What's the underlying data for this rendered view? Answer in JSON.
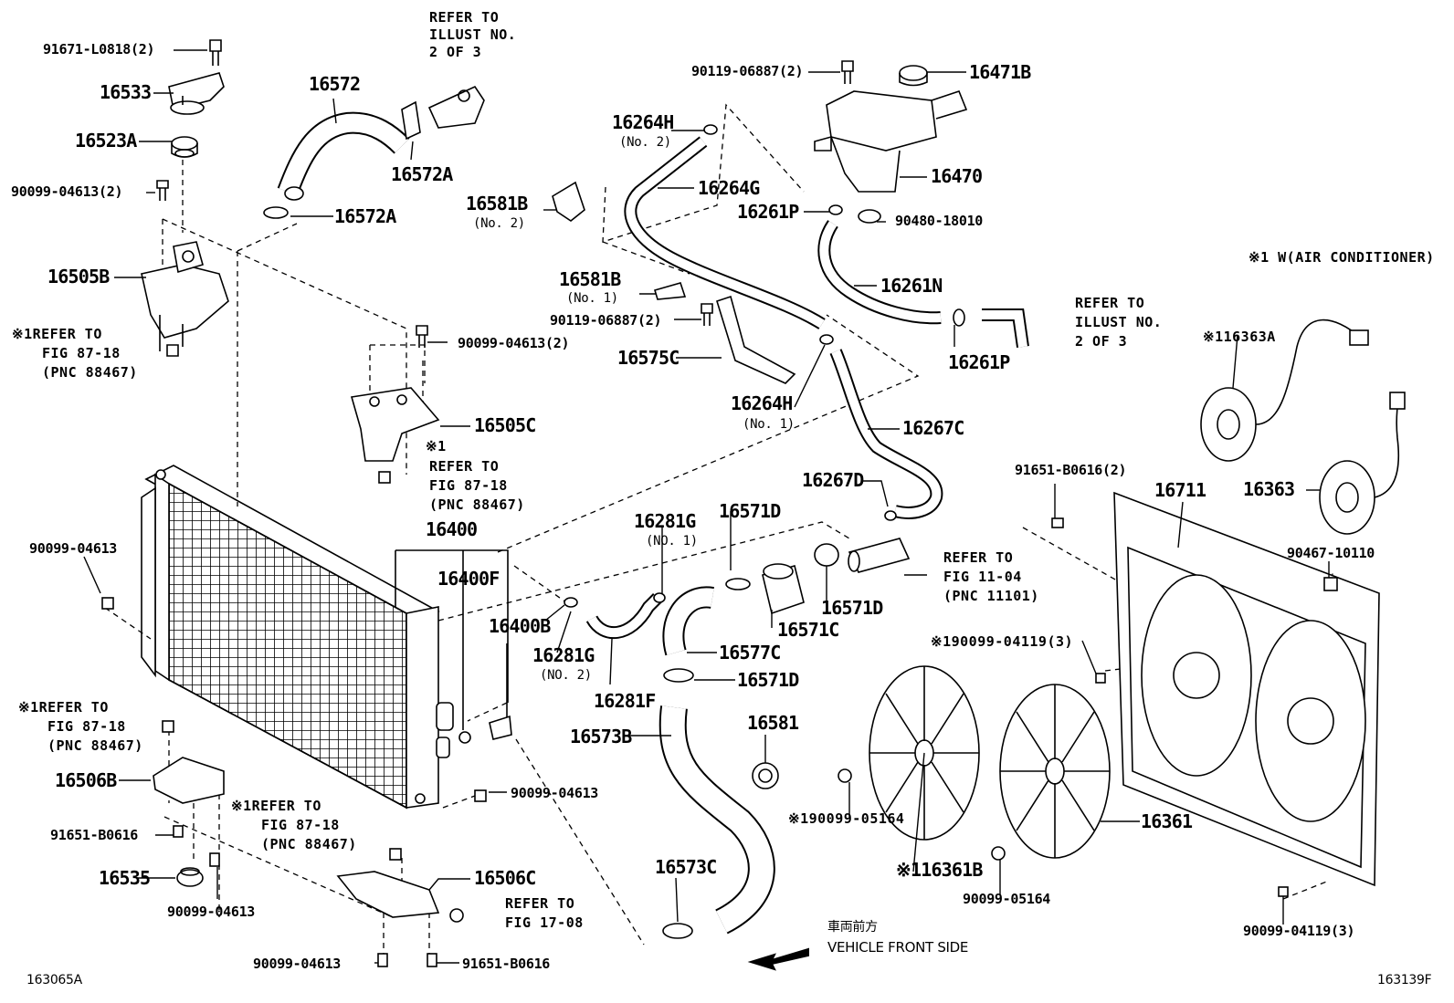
{
  "diagram_id_left": "163065A",
  "diagram_id_right": "163139F",
  "vehicle_front_jp": "車両前方",
  "vehicle_front_en": "VEHICLE FRONT SIDE",
  "aircon_note": "※1 W(AIR CONDITIONER)",
  "labels": {
    "p91671": "91671-L0818(2)",
    "p16533": "16533",
    "p16523A": "16523A",
    "p90099_top": "90099-04613(2)",
    "p16505B": "16505B",
    "ref_a1": "※1REFER TO",
    "ref_a2": "FIG 87-18",
    "ref_a3": "(PNC 88467)",
    "p16572": "16572",
    "ref_top1": "REFER TO",
    "ref_top2": "ILLUST NO.",
    "ref_top3": "2 OF 3",
    "p16572A_1": "16572A",
    "p16572A_2": "16572A",
    "p90119_top": "90119-06887(2)",
    "p16471B": "16471B",
    "p16264H_2": "16264H",
    "no2_a": "(No. 2)",
    "p16264G": "16264G",
    "p16470": "16470",
    "p16581B_2": "16581B",
    "no2_b": "(No. 2)",
    "p16261P_1": "16261P",
    "p90480": "90480-18010",
    "p16581B_1": "16581B",
    "no1_a": "(No. 1)",
    "p16261N": "16261N",
    "ref_r1": "REFER TO",
    "ref_r2": "ILLUST NO.",
    "ref_r3": "2 OF 3",
    "p90119_mid": "90119-06887(2)",
    "p16261P_2": "16261P",
    "p16575C": "16575C",
    "p90099_mid": "90099-04613(2)",
    "p16264H_1": "16264H",
    "no1_b": "(No. 1)",
    "p16267C": "16267C",
    "p16505C": "16505C",
    "ref_b0": "※1",
    "ref_b1": "REFER TO",
    "ref_b2": "FIG 87-18",
    "ref_b3": "(PNC 88467)",
    "p16267D": "16267D",
    "p16400": "16400",
    "p90099_rad": "90099-04613",
    "p16400F": "16400F",
    "p16281G_1": "16281G",
    "no1_c": "(NO. 1)",
    "p16571D_1": "16571D",
    "ref_c1": "REFER TO",
    "ref_c2": "FIG 11-04",
    "ref_c3": "(PNC 11101)",
    "p16400B": "16400B",
    "p16571D_2": "16571D",
    "p16571C": "16571C",
    "p16281G_2": "16281G",
    "no2_c": "(NO. 2)",
    "p16577C": "16577C",
    "p16281F": "16281F",
    "p16571D_3": "16571D",
    "ref_d1": "※1REFER TO",
    "ref_d2": "FIG 87-18",
    "ref_d3": "(PNC 88467)",
    "p16573B": "16573B",
    "p16581": "16581",
    "p16506B": "16506B",
    "p90099_bot1": "90099-04613",
    "ref_e1": "※1REFER TO",
    "ref_e2": "FIG 87-18",
    "ref_e3": "(PNC 88467)",
    "p91651_left": "91651-B0616",
    "p16535": "16535",
    "p16506C": "16506C",
    "ref_f1": "REFER TO",
    "ref_f2": "FIG 17-08",
    "p90099_bot2": "90099-04613",
    "p16573C": "16573C",
    "p90099_bot3": "90099-04613",
    "p91651_bot": "91651-B0616",
    "p91651_right": "91651-B0616(2)",
    "p16711": "16711",
    "p16363A": "※116363A",
    "p16363": "16363",
    "p90467": "90467-10110",
    "p90099_04119_a": "※190099-04119(3)",
    "p90099_05164_a": "※190099-05164",
    "p16361B": "※116361B",
    "p90099_05164_b": "90099-05164",
    "p16361": "16361",
    "p90099_04119_b": "90099-04119(3)"
  }
}
